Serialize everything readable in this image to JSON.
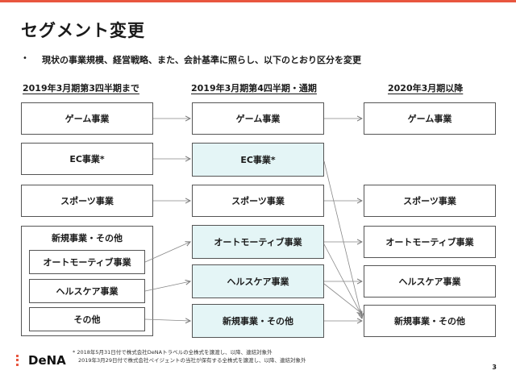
{
  "header": {
    "title": "セグメント変更"
  },
  "bullet": {
    "marker": "•",
    "text": "現状の事業規模、経営戦略、また、会計基準に照らし、以下のとおり区分を変更"
  },
  "columns": {
    "col1": "2019年3月期第3四半期まで",
    "col2": "2019年3月期第4四半期・通期",
    "col3": "2020年3月期以降"
  },
  "col1": {
    "game": "ゲーム事業",
    "ec": "EC事業*",
    "sports": "スポーツ事業",
    "new_group": "新規事業・その他",
    "auto": "オートモーティブ事業",
    "health": "ヘルスケア事業",
    "other": "その他"
  },
  "col2": {
    "game": "ゲーム事業",
    "ec": "EC事業*",
    "sports": "スポーツ事業",
    "auto": "オートモーティブ事業",
    "health": "ヘルスケア事業",
    "new": "新規事業・その他"
  },
  "col3": {
    "game": "ゲーム事業",
    "sports": "スポーツ事業",
    "auto": "オートモーティブ事業",
    "health": "ヘルスケア事業",
    "new": "新規事業・その他"
  },
  "footnote": {
    "line1": "* 2018年5月31日付で株式会社DeNAトラベルの全株式を譲渡し、以降、連結対象外",
    "line2": "2019年3月29日付で株式会社ペイジェントの当社が保有する全株式を譲渡し、以降、連結対象外"
  },
  "logo": {
    "text": "DeNA"
  },
  "page": {
    "number": "3"
  },
  "colors": {
    "accent": "#e8563f",
    "highlight": "#e4f5f6",
    "border": "#555555"
  }
}
